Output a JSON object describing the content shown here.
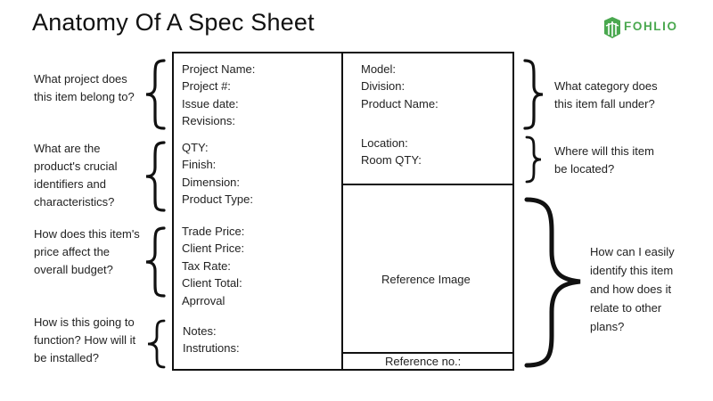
{
  "title": "Anatomy Of A Spec Sheet",
  "logo": {
    "text": "FOHLIO",
    "color": "#4aa84f"
  },
  "left_questions": [
    "What project does this item belong to?",
    "What are the product's crucial identifiers and characteristics?",
    "How does this item's price affect the overall budget?",
    "How is this going to function? How will it be installed?"
  ],
  "right_questions": [
    "What category does this item fall under?",
    "Where will this item be located?",
    "How can I easily identify this item and how does it relate to other plans?"
  ],
  "sheet": {
    "left_sections": [
      [
        "Project Name:",
        "Project #:",
        "Issue date:",
        "Revisions:"
      ],
      [
        "QTY:",
        "Finish:",
        "Dimension:",
        "Product Type:"
      ],
      [
        "Trade Price:",
        "Client Price:",
        "Tax Rate:",
        "Client Total:",
        "Aprroval"
      ],
      [
        "Notes:",
        "Instrutions:"
      ]
    ],
    "right_top": [
      "Model:",
      "Division:",
      "Product Name:"
    ],
    "right_location": [
      "Location:",
      "Room QTY:"
    ],
    "reference_image": "Reference Image",
    "reference_no": "Reference no.:"
  }
}
